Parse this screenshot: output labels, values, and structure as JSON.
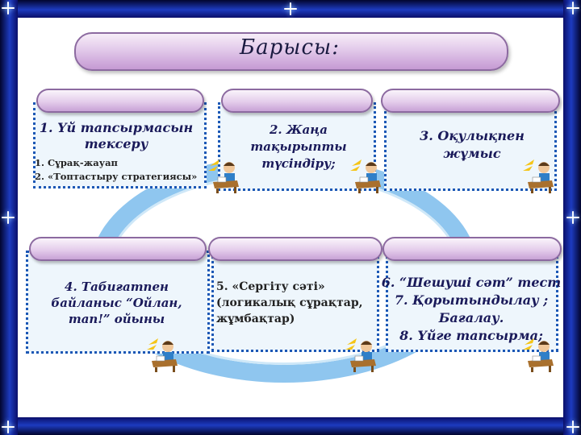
{
  "title": "Барысы:",
  "steps": [
    {
      "heading": "1. Үй тапсырмасын тексеру",
      "sub1": "1. Сұрақ-жауап",
      "sub2": "2. «Топтастыру стратегиясы»"
    },
    {
      "text": "2. Жаңа тақырыпты түсіндіру;"
    },
    {
      "text": "3. Оқулықпен жұмыс"
    },
    {
      "text": "4. Табиғатпен байланыс “Ойлан, тап!” ойыны"
    },
    {
      "text": "5. «Сергіту сәті» (логикалық сұрақтар, жұмбақтар)"
    },
    {
      "line1": "6. “Шешуші сәт” тест",
      "line2": "7. Қорытындылау ;",
      "line3": "Бағалау.",
      "line4": "8. Үйге тапсырма;"
    }
  ],
  "decoration": {
    "figure_icon": "student-at-desk-icon",
    "accent_color": "#1b57b5",
    "ring_color": "#8fc6ef"
  }
}
